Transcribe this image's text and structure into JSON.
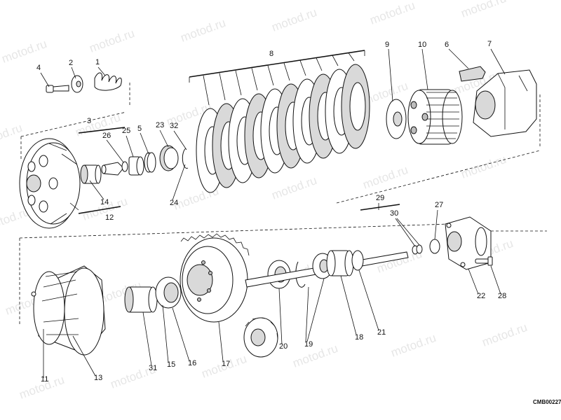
{
  "watermark": "motod.ru",
  "drawing_code": "CMB00227",
  "callouts": [
    "1",
    "2",
    "3",
    "4",
    "5",
    "6",
    "7",
    "8",
    "9",
    "10",
    "11",
    "12",
    "13",
    "14",
    "15",
    "16",
    "17",
    "18",
    "19",
    "20",
    "21",
    "22",
    "23",
    "24",
    "25",
    "26",
    "27",
    "28",
    "29",
    "30",
    "31",
    "32"
  ]
}
